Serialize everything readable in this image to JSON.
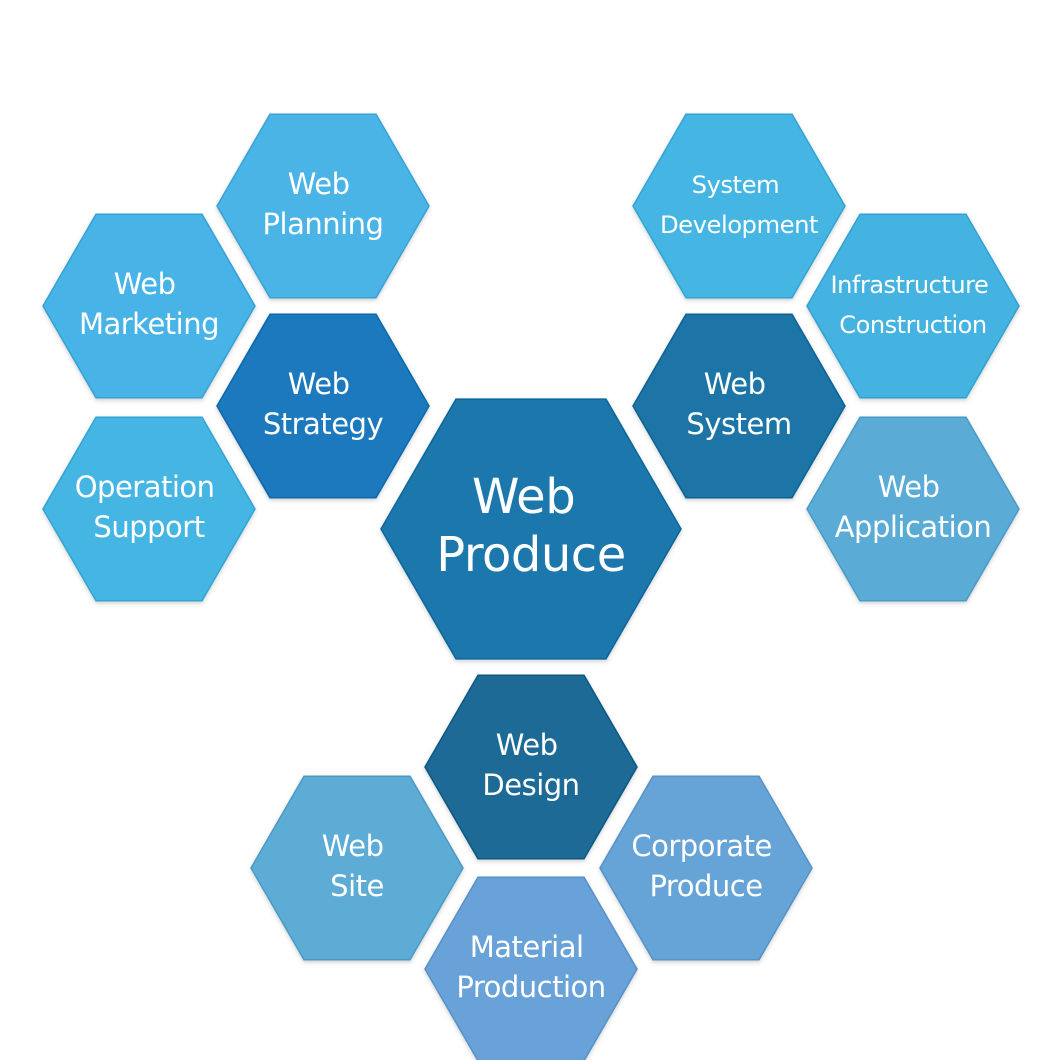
{
  "diagram": {
    "hexagons": [
      {
        "id": "web-produce",
        "lines": [
          "Web",
          "Produce"
        ],
        "color": "#1a78ac"
      },
      {
        "id": "web-planning",
        "lines": [
          "Web",
          "Planning"
        ],
        "color": "#4bb4e6"
      },
      {
        "id": "web-marketing",
        "lines": [
          "Web",
          "Marketing"
        ],
        "color": "#46b3e6"
      },
      {
        "id": "web-strategy",
        "lines": [
          "Web",
          "Strategy"
        ],
        "color": "#1b79bd"
      },
      {
        "id": "operation-support",
        "lines": [
          "Operation",
          "Support"
        ],
        "color": "#45b6e3"
      },
      {
        "id": "system-development",
        "lines": [
          "System",
          "Development"
        ],
        "color": "#45b6e3"
      },
      {
        "id": "infrastructure-construction",
        "lines": [
          "Infrastructure",
          "Construction"
        ],
        "color": "#45b3e2"
      },
      {
        "id": "web-system",
        "lines": [
          "Web",
          "System"
        ],
        "color": "#1c74a6"
      },
      {
        "id": "web-application",
        "lines": [
          "Web",
          "Application"
        ],
        "color": "#5aacd6"
      },
      {
        "id": "web-design",
        "lines": [
          "Web",
          "Design"
        ],
        "color": "#1b6b95"
      },
      {
        "id": "web-site",
        "lines": [
          "Web",
          "Site"
        ],
        "color": "#5dacd6"
      },
      {
        "id": "corporate-produce",
        "lines": [
          "Corporate",
          "Produce"
        ],
        "color": "#66a4d8"
      },
      {
        "id": "material-production",
        "lines": [
          "Material",
          "Production"
        ],
        "color": "#68a2d8"
      }
    ]
  }
}
